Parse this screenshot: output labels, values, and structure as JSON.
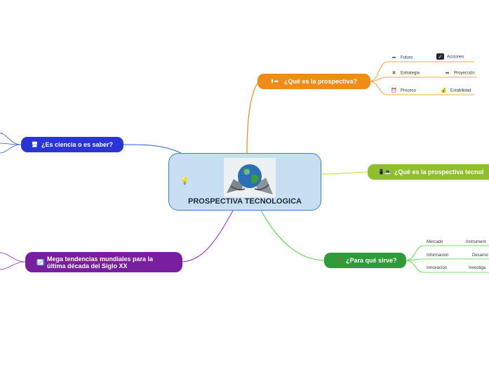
{
  "center": {
    "title": "PROSPECTIVA TECNOLOGICA"
  },
  "branches": {
    "que_es": {
      "label": "¿Qué es la prospectiva?",
      "color": "#f08a18"
    },
    "tecnologica": {
      "label": "¿Qué es la prospectiva tecnol",
      "color": "#8fbf2e"
    },
    "para_que": {
      "label": "¿Para qué sirve?",
      "color": "#2e9a38"
    },
    "ciencia": {
      "label": "¿Es ciencia o es saber?",
      "color": "#2a35d4"
    },
    "mega": {
      "label1": "Mega tendencias mundiales para la",
      "label2": "última década del Siglo XX",
      "color": "#7a1ea0"
    }
  },
  "que_es_items": {
    "futuro": "Futuro",
    "acciones": "Acciones",
    "estrategia": "Estrategia",
    "proyeccion": "Proyección",
    "proceso": "Proceso",
    "estabilidad": "Estabilidad"
  },
  "para_que_items": {
    "mercado": "Mercado",
    "instrumento": "Instrument",
    "informacion": "Informacion",
    "desarrollo": "Desarrol",
    "innovacion": "Innovacion",
    "investigacion": "Investiga"
  }
}
